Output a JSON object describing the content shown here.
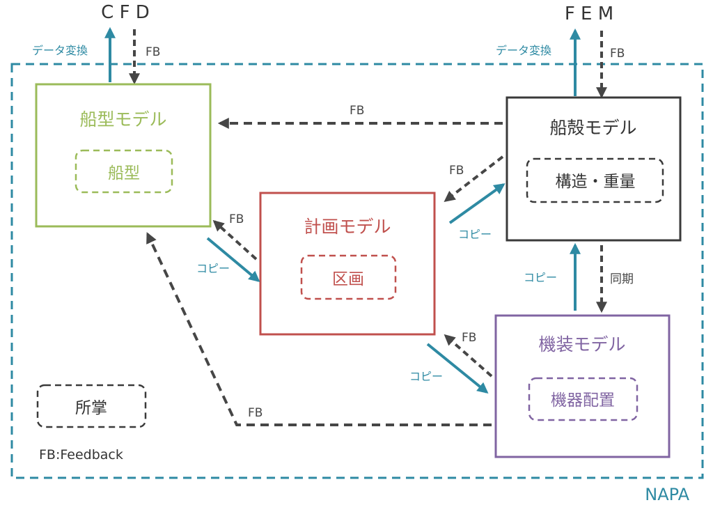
{
  "external": {
    "cfd": "C F D",
    "fem": "F E M"
  },
  "colors": {
    "teal": "#2e8aa3",
    "dark": "#464646",
    "green": "#9bbb59",
    "red": "#c0504d",
    "purple": "#8064a2",
    "black": "#3a3a3a"
  },
  "boxes": {
    "hull_model": {
      "title": "船型モデル",
      "inner": "船型"
    },
    "planning_model": {
      "title": "計画モデル",
      "inner": "区画"
    },
    "shell_model": {
      "title": "船殻モデル",
      "inner": "構造・重量"
    },
    "outfit_model": {
      "title": "機装モデル",
      "inner": "機器配置"
    }
  },
  "labels": {
    "data_convert": "データ変換",
    "fb": "FB",
    "copy": "コピー",
    "sync": "同期"
  },
  "legend": {
    "jurisdiction": "所掌",
    "fb_definition": "FB:Feedback"
  },
  "frame_label": "NAPA"
}
